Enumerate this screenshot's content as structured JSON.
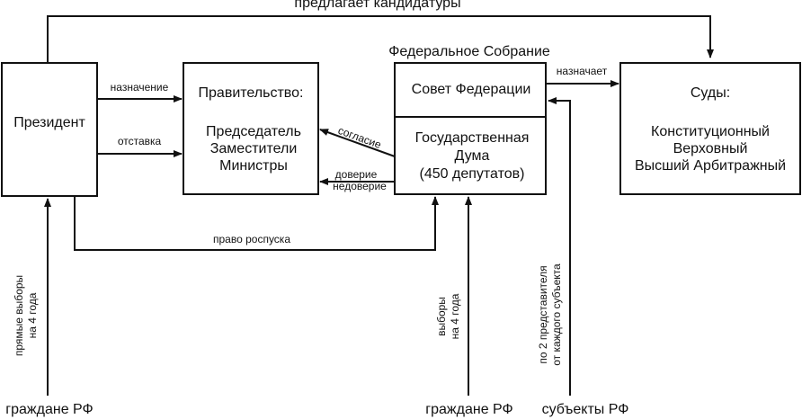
{
  "top_arrow_label": "предлагает кандидатуры",
  "federal_assembly_title": "Федеральное Собрание",
  "president": {
    "title": "Президент"
  },
  "government": {
    "title": "Правительство:",
    "members": [
      "Председатель",
      "Заместители",
      "Министры"
    ]
  },
  "federation_council": {
    "title": "Совет Федерации"
  },
  "state_duma": {
    "lines": [
      "Государственная",
      "Дума",
      "(450 депутатов)"
    ]
  },
  "courts": {
    "title": "Суды:",
    "members": [
      "Конституционный",
      "Верховный",
      "Высший Арбитражный"
    ]
  },
  "arrows": {
    "appointment": "назначение",
    "dismissal": "отставка",
    "consent": "согласие",
    "trust": "доверие",
    "distrust": "недоверие",
    "appoints": "назначает",
    "dissolution_right": "право роспуска"
  },
  "vertical_labels": {
    "direct_elections": [
      "прямые выборы",
      "на 4 года"
    ],
    "elections": [
      "выборы",
      "на 4 года"
    ],
    "representatives": [
      "по 2 представителя",
      "от каждого субъекта"
    ]
  },
  "sources": {
    "citizens_left": "граждане РФ",
    "citizens_middle": "граждане РФ",
    "subjects": "субъекты РФ"
  }
}
